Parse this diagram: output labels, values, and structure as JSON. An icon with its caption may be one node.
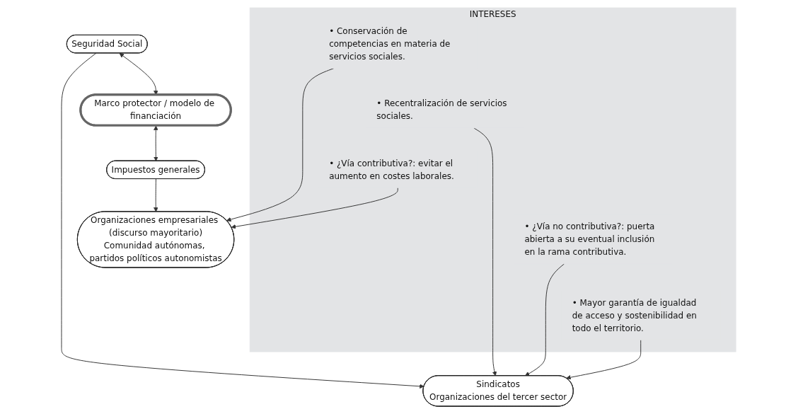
{
  "diagram": {
    "nodes": [
      {
        "text": [
          "Marco protector / modelo de financiación"
        ]
      },
      {
        "text": [
          "Seguridad Social"
        ]
      },
      {
        "text": [
          "Impuestos generales"
        ]
      },
      {
        "text": [
          "Sindicatos",
          "Organizaciones del tercer sector"
        ]
      },
      {
        "text": [
          "INTERESES"
        ]
      },
      {
        "text": [
          "• Conservación de competencias en materia de servicios sociales."
        ],
        "in": 4
      },
      {
        "text": [
          "• Recentralización de servicios sociales."
        ],
        "in": 4
      },
      {
        "text": [
          "• ¿Vía contributiva?: evitar el aumento en costes laborales."
        ],
        "in": 4
      },
      {
        "text": [
          "• ¿Vía no contributiva?: puerta abierta a su eventual inclusión en la rama contributiva."
        ],
        "in": 4
      },
      {
        "text": [
          "• Mayor garantía de igualdad de acceso y sostenibilidad en todo el territorio."
        ],
        "in": 4
      },
      {
        "text": [
          "Organizaciones empresariales (discurso mayoritario)",
          "Comunidad autónomas, partidos políticos autonomistas"
        ]
      }
    ],
    "edges": [
      {
        "from": 1,
        "to": 0,
        "arrow": "both"
      },
      {
        "from": 0,
        "to": 2,
        "arrow": "both"
      },
      {
        "from": 1,
        "to": 3,
        "arrow": "to"
      },
      {
        "from": 2,
        "to": 10,
        "arrow": "to"
      },
      {
        "from": 5,
        "to": 10,
        "arrow": "to"
      },
      {
        "from": 6,
        "to": 3,
        "arrow": "to"
      },
      {
        "from": 7,
        "to": 10,
        "arrow": "to"
      },
      {
        "from": 8,
        "to": 3,
        "arrow": "to"
      },
      {
        "from": 9,
        "to": 3,
        "arrow": "to"
      }
    ]
  }
}
